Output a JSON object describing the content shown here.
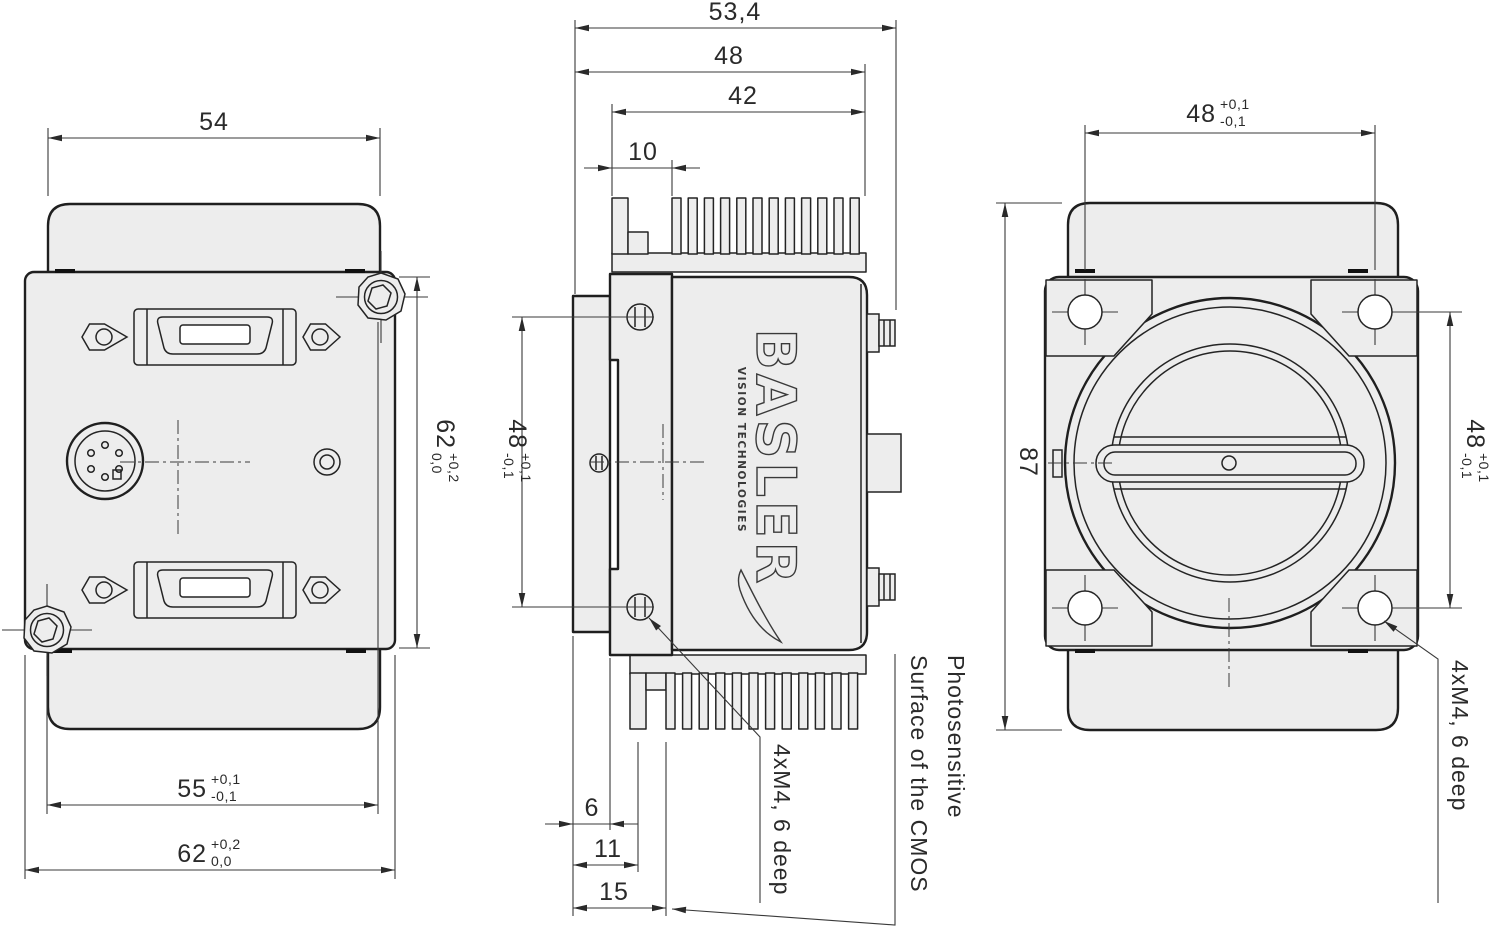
{
  "drawing": {
    "logo": {
      "brand": "BASLER",
      "sub": "VISION TECHNOLOGIES"
    },
    "notes": {
      "m4": "4xM4, 6 deep",
      "cmos1": "Photosensitive",
      "cmos2": "Surface of the CMOS"
    },
    "back": {
      "top_width": "54",
      "hole_spacing": {
        "v": "55",
        "p": "+0,1",
        "m": "-0,1"
      },
      "width": {
        "v": "62",
        "p": "+0,2",
        "m": "0,0"
      },
      "height": {
        "v": "62",
        "p": "+0,2",
        "m": "0,0"
      }
    },
    "side": {
      "depth_total": "53,4",
      "depth_body": "48",
      "depth_heatsink": "42",
      "heatsink_offset": "10",
      "hole_spacing": {
        "v": "48",
        "p": "+0,1",
        "m": "-0,1"
      },
      "front_to_flange": "6",
      "front_to_body": "11",
      "front_to_sensor": "15"
    },
    "front": {
      "hole_h": {
        "v": "48",
        "p": "+0,1",
        "m": "-0,1"
      },
      "hole_v": {
        "v": "48",
        "p": "+0,1",
        "m": "-0,1"
      },
      "height": "87"
    },
    "colors": {
      "body_fill": "#ededed",
      "line": "#1f1f1f"
    }
  }
}
